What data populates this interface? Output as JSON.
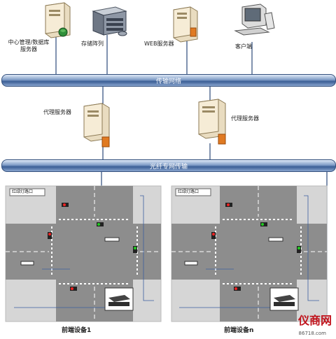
{
  "servers": {
    "central": "中心管理/数据库\n服务器",
    "storage": "存储阵列",
    "web": "WEB服务器",
    "client": "客户端"
  },
  "network": {
    "transmission": "传输网络",
    "fiber": "光纤专网传输"
  },
  "proxies": {
    "left": "代理服务器",
    "right": "代理服务器"
  },
  "intersections": {
    "left_title": "红绿灯路口",
    "right_title": "红绿灯路口",
    "left_caption": "前端设备1",
    "right_caption": "前端设备n"
  },
  "watermark": {
    "brand": "仪商网",
    "url": "86718.com"
  },
  "colors": {
    "road": "#8d8d8d",
    "sidewalk": "#d6d6d6",
    "bus_dark": "#3a5e95",
    "server_body": "#f3e6c8",
    "accent": "#c0121b"
  }
}
